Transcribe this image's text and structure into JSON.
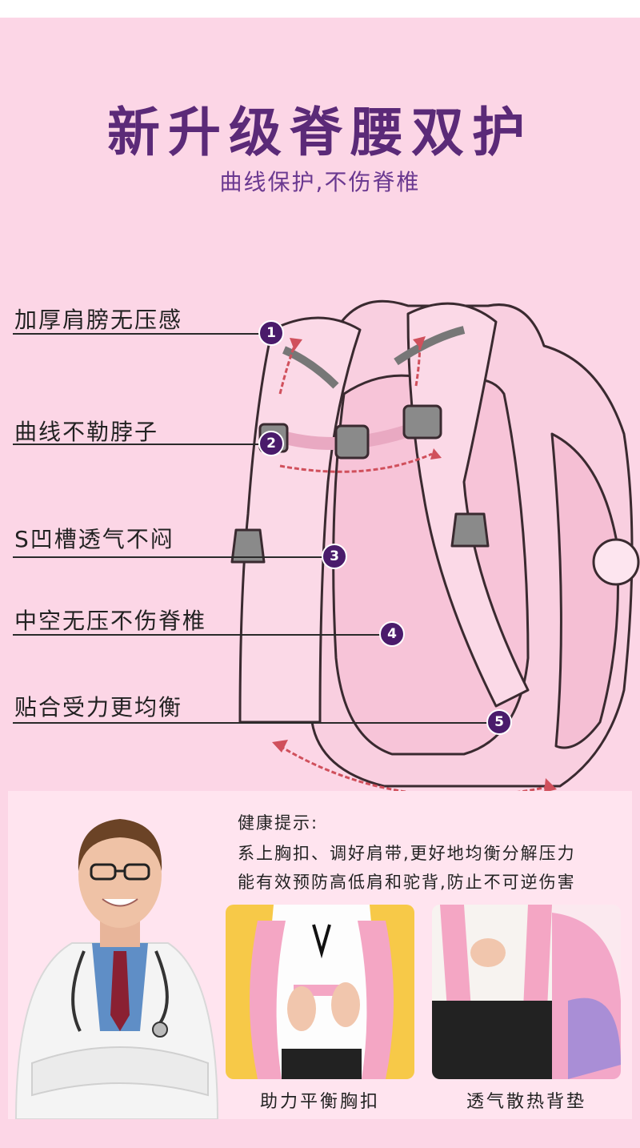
{
  "header": {
    "title": "新升级脊腰双护",
    "subtitle": "曲线保护,不伤脊椎"
  },
  "features": [
    {
      "label": "加厚肩膀无压感",
      "number": "1"
    },
    {
      "label": "曲线不勒脖子",
      "number": "2"
    },
    {
      "label": "S凹槽透气不闷",
      "number": "3"
    },
    {
      "label": "中空无压不伤脊椎",
      "number": "4"
    },
    {
      "label": "贴合受力更均衡",
      "number": "5"
    }
  ],
  "health": {
    "label": "健康提示:",
    "lines": [
      "系上胸扣、调好肩带,更好地均衡分解压力",
      "能有效预防高低肩和驼背,防止不可逆伤害"
    ]
  },
  "photos": [
    {
      "caption": "助力平衡胸扣"
    },
    {
      "caption": "透气散热背垫"
    }
  ],
  "colors": {
    "background": "#fcd6e6",
    "title": "#5b2a78",
    "badge": "#4a1b6b",
    "panel": "#ffe4ef"
  }
}
